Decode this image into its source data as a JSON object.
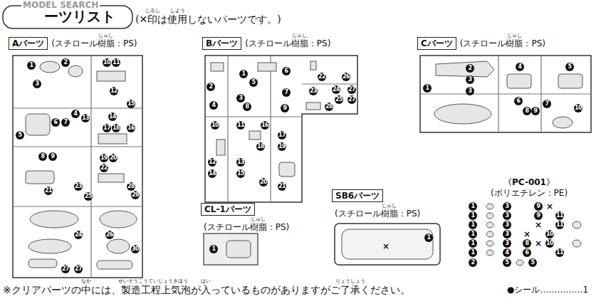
{
  "diagram": {
    "title": "ーツリスト",
    "nodes": [
      {
        "text": [
          "Aパーツ",
          "(スチロール樹脂：PS)"
        ]
      },
      {
        "text": [
          "Bパーツ",
          "(スチロール樹脂：PS)"
        ]
      },
      {
        "text": [
          "Cパーツ",
          "(スチロール樹脂：PS)"
        ]
      },
      {
        "text": [
          "CL-1パーツ",
          "(スチロール樹脂：PS)"
        ]
      },
      {
        "text": [
          "SB6パーツ",
          "(スチロール樹脂：PS)"
        ]
      },
      {
        "text": [
          "〈PC-001〉",
          "(ポリエチレン：PE)"
        ]
      }
    ],
    "labels": [
      "MODEL SEARCH",
      "(✕印は使用しないパーツです。)",
      "じるし",
      "しよう",
      "じゅし",
      "じゅし",
      "じゅし",
      "じゅし",
      "じゅし",
      "1",
      "2",
      "10",
      "11",
      "12",
      "3",
      "4",
      "13",
      "14",
      "15",
      "5",
      "6",
      "7",
      "17",
      "18",
      "16",
      "8",
      "9",
      "19",
      "20",
      "22",
      "21",
      "23",
      "25",
      "28",
      "29",
      "24",
      "26",
      "30",
      "27",
      "27",
      "1",
      "5",
      "6",
      "2",
      "3",
      "7",
      "4",
      "8",
      "9",
      "10",
      "11",
      "16",
      "17",
      "18",
      "19",
      "12",
      "13",
      "14",
      "15",
      "20",
      "21",
      "22",
      "26",
      "23",
      "24",
      "27",
      "25",
      "27",
      "28",
      "1",
      "2",
      "4",
      "5",
      "3",
      "3",
      "6",
      "7",
      "8",
      "9",
      "10",
      "1",
      "1",
      "×",
      "1",
      "3",
      "9",
      "×",
      "1",
      "3",
      "9",
      "11",
      "1",
      "3",
      "×",
      "11",
      "1",
      "3",
      "×",
      "10",
      "1",
      "3",
      "8",
      "×",
      "10",
      "1",
      "4",
      "6",
      "11",
      "2",
      "5",
      "5",
      "※クリアパーツの中には、製造工程上気泡が入っているものがありますがご了承ください。",
      "なか",
      "せいぞうこうていじょう",
      "きほう",
      "はい",
      "りょうしょう",
      "●シール……………1"
    ]
  }
}
